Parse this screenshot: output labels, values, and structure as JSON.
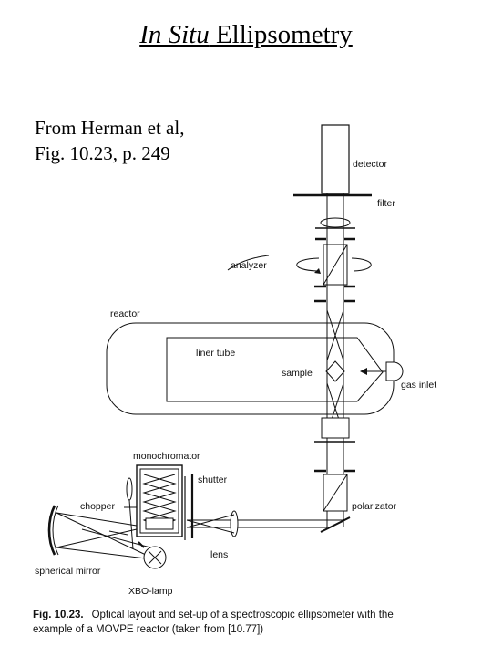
{
  "slide": {
    "title_italic": "In Situ",
    "title_rest": " Ellipsometry",
    "source_line1": "From Herman et al,",
    "source_line2": "Fig. 10.23, p. 249"
  },
  "figure": {
    "labels": {
      "detector": "detector",
      "filter": "filter",
      "analyzer": "analyzer",
      "reactor": "reactor",
      "liner_tube": "liner tube",
      "sample": "sample",
      "gas_inlet": "gas inlet",
      "monochromator": "monochromator",
      "shutter": "shutter",
      "chopper": "chopper",
      "polarizator": "polarizator",
      "lens": "lens",
      "spherical_mirror": "spherical mirror",
      "xbo_lamp": "XBO-lamp"
    },
    "caption": {
      "label": "Fig. 10.23.",
      "line1": "Optical layout and set-up of a spectroscopic ellipsometer with the",
      "line2": "example of a MOVPE reactor (taken from [10.77])"
    }
  }
}
